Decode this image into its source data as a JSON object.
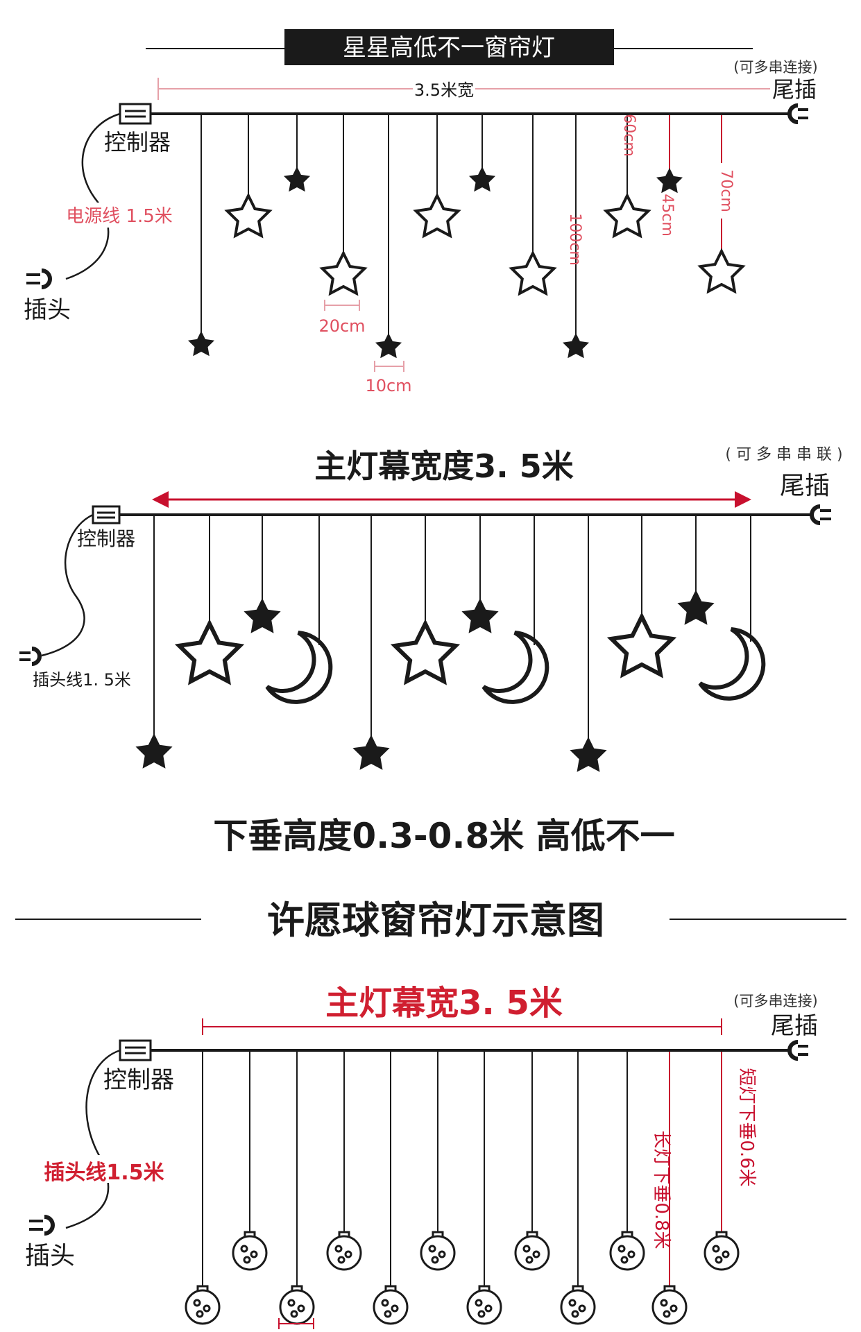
{
  "colors": {
    "ink": "#1a1a1a",
    "dim": "#e6a0a8",
    "dim_dark": "#c8102e",
    "title_bg": "#1a1a1a",
    "title_fg": "#ffffff",
    "star_fill": "#1a1a1a"
  },
  "section1": {
    "title": "星星高低不一窗帘灯",
    "series_note": "(可多串连接)",
    "tail_plug": "尾插",
    "width_label": "3.5米宽",
    "controller": "控制器",
    "power_cord": "电源线 1.5米",
    "plug": "插头",
    "dim_60": "60cm",
    "dim_45": "45cm",
    "dim_70": "70cm",
    "dim_100": "100cm",
    "dim_20": "20cm",
    "dim_10": "10cm"
  },
  "section2": {
    "title": "主灯幕宽度3. 5米",
    "series_note": "( 可 多 串 串 联 )",
    "tail_plug": "尾插",
    "controller": "控制器",
    "plug_cord": "插头线1. 5米",
    "caption": "下垂高度0.3-0.8米 高低不一"
  },
  "section3": {
    "heading": "许愿球窗帘灯示意图",
    "width_label": "主灯幕宽3. 5米",
    "series_note": "(可多串连接)",
    "tail_plug": "尾插",
    "controller": "控制器",
    "plug_cord": "插头线1.5米",
    "plug": "插头",
    "long_drop": "长灯下垂0.8米",
    "short_drop": "短灯下垂0.6米"
  }
}
